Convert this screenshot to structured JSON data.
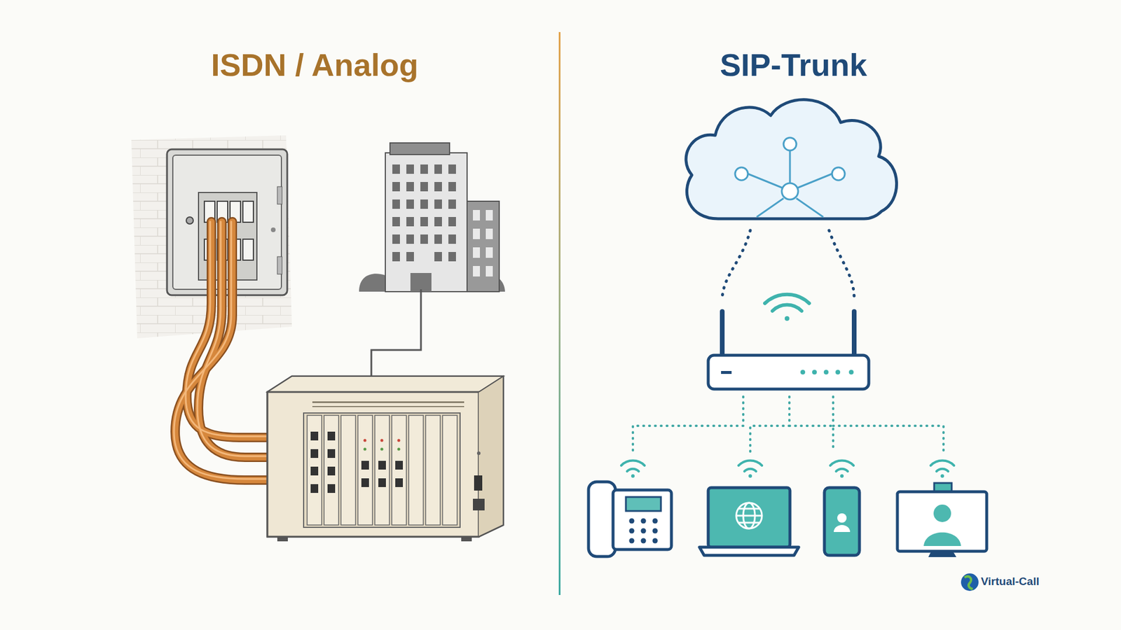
{
  "diagram": {
    "labels": [
      "ISDN / Analog",
      "SIP-Trunk",
      "Virtual-Call"
    ]
  }
}
